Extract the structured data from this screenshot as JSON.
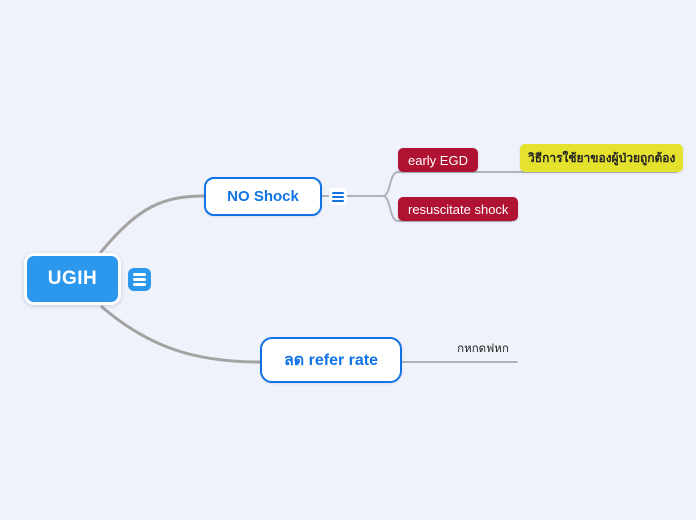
{
  "mindmap": {
    "root": {
      "label": "UGIH"
    },
    "branches": [
      {
        "label": "NO Shock",
        "children": [
          {
            "label": "early EGD",
            "children": [
              {
                "label": "วิธีการใช้ยาของผู้ป่วยถูกต้อง"
              }
            ]
          },
          {
            "label": "resuscitate shock"
          }
        ]
      },
      {
        "label": "ลด refer rate",
        "children": [
          {
            "label": "กหกดฟหก"
          }
        ]
      }
    ]
  },
  "colors": {
    "background": "#eff2fb",
    "root_node": "#2b98ee",
    "primary_border": "#1173e4",
    "danger_node": "#b01231",
    "highlight_node": "#e5e22e",
    "connector_main": "#a3a3a3",
    "connector_branch": "#aeb3bb"
  }
}
